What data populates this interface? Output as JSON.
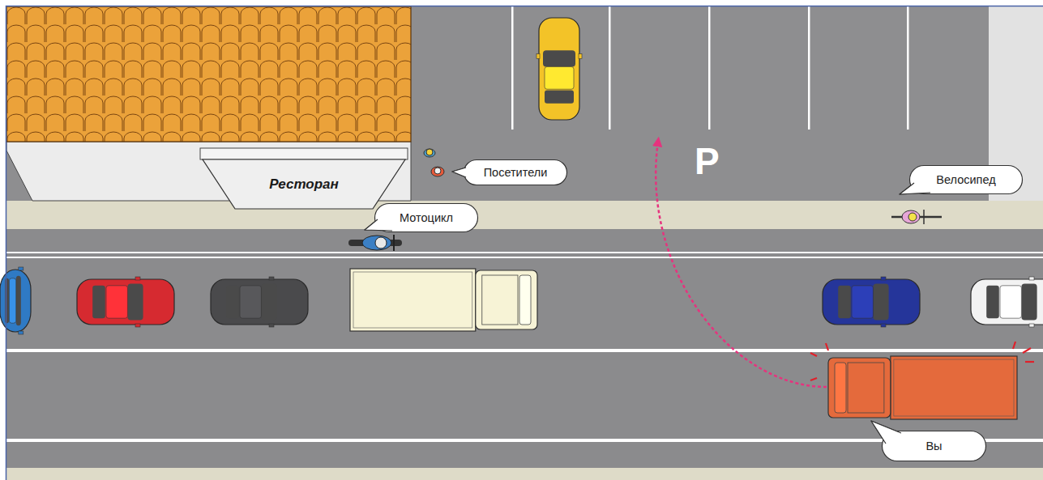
{
  "diagram": {
    "nodes": [
      {
        "text": [
          "Посетители"
        ]
      },
      {
        "text": [
          "Велосипед"
        ]
      },
      {
        "text": [
          "Ресторан"
        ]
      },
      {
        "text": [
          "Мотоцикл"
        ]
      },
      {
        "text": [
          "Вы"
        ]
      }
    ],
    "labels": [
      "P"
    ]
  }
}
